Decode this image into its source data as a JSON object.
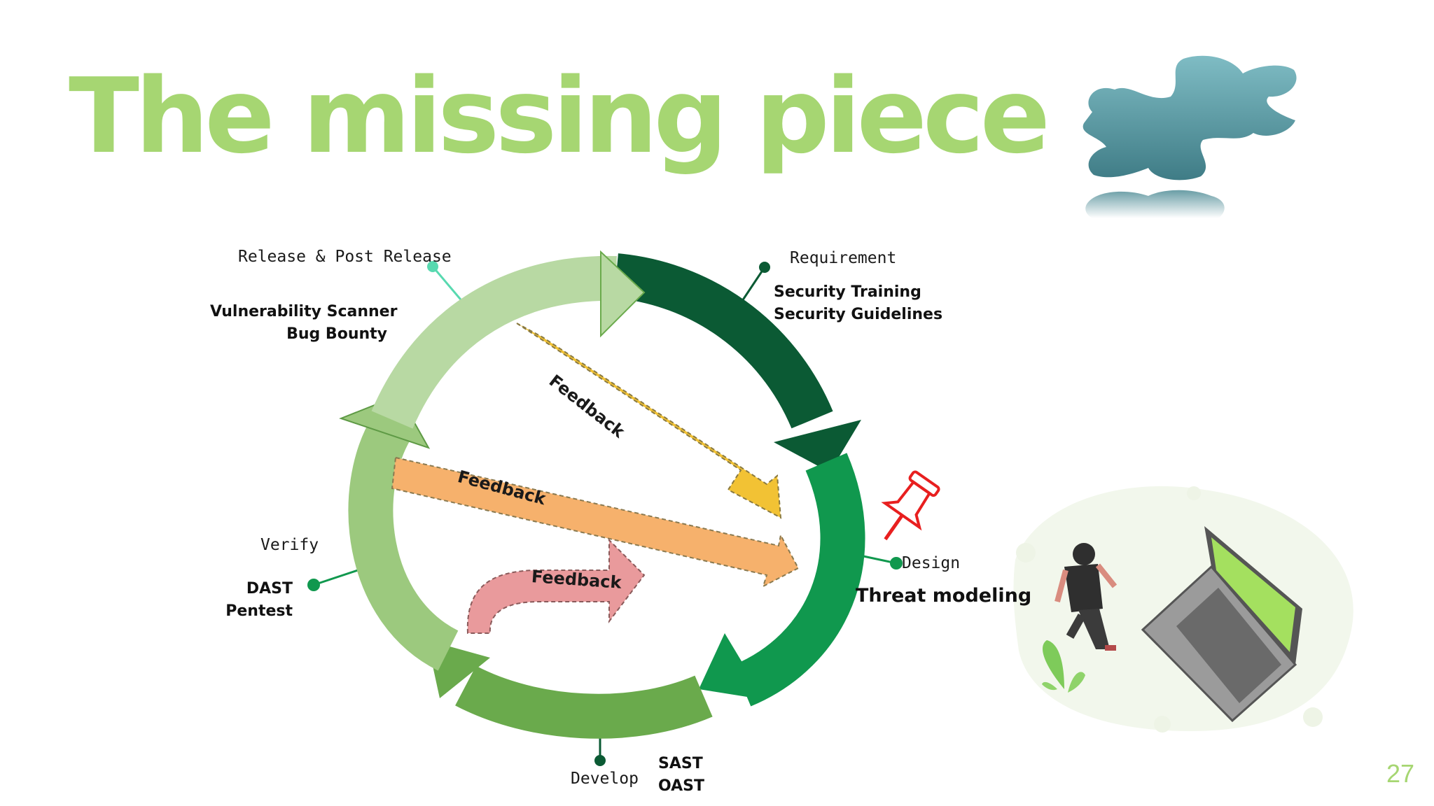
{
  "slide": {
    "title": "The missing piece",
    "page_number": "27"
  },
  "diagram": {
    "phases": {
      "requirement": {
        "label": "Requirement",
        "items": [
          "Security Training",
          "Security Guidelines"
        ]
      },
      "design": {
        "label": "Design",
        "item": "Threat modeling"
      },
      "develop": {
        "label": "Develop",
        "items": [
          "SAST",
          "OAST"
        ]
      },
      "verify": {
        "label": "Verify",
        "items": [
          "DAST",
          "Pentest"
        ]
      },
      "release": {
        "label": "Release & Post Release",
        "items": [
          "Vulnerability Scanner",
          "Bug Bounty"
        ]
      }
    },
    "feedback_labels": [
      "Feedback",
      "Feedback",
      "Feedback"
    ]
  },
  "colors": {
    "title": "#a6d672",
    "ring_dark": "#0b5a34",
    "ring_mid": "#10984e",
    "ring_green": "#6aaa4c",
    "ring_light": "#9cc97e",
    "ring_pale": "#b8d9a3",
    "feedback_yellow": "#f2c234",
    "feedback_orange": "#f6b16c",
    "feedback_pink": "#e99a9c",
    "pin": "#e81f1f"
  },
  "icons": [
    "puzzle-piece-icon",
    "push-pin-icon",
    "person-with-laptop-illustration"
  ]
}
